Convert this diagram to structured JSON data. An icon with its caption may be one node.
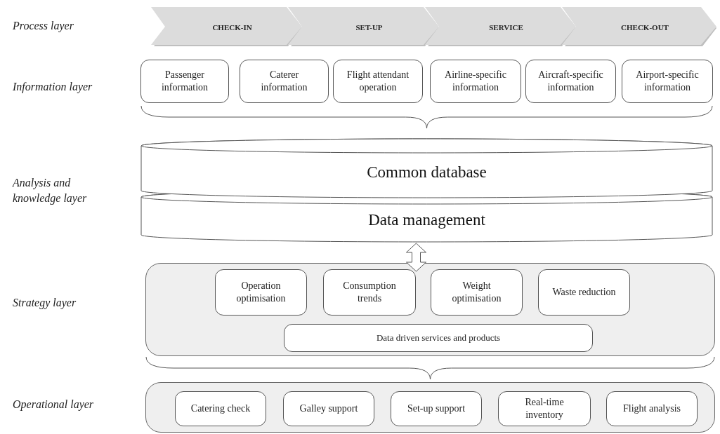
{
  "diagram": {
    "nodes": [
      {
        "text": [
          "CHECK-IN"
        ]
      },
      {
        "text": [
          "SET-UP"
        ]
      },
      {
        "text": [
          "SERVICE"
        ]
      },
      {
        "text": [
          "CHECK-OUT"
        ]
      },
      {
        "text": [
          "Passenger information"
        ]
      },
      {
        "text": [
          "Caterer information"
        ]
      },
      {
        "text": [
          "Flight attendant operation"
        ]
      },
      {
        "text": [
          "Airline-specific information"
        ]
      },
      {
        "text": [
          "Aircraft-specific information"
        ]
      },
      {
        "text": [
          "Airport-specific information"
        ]
      },
      {
        "text": [
          "Common database"
        ]
      },
      {
        "text": [
          "Data management"
        ]
      },
      {
        "text": [],
        "shape": "box"
      },
      {
        "text": [
          "Operation optimisation"
        ],
        "in": 12
      },
      {
        "text": [
          "Consumption trends"
        ],
        "in": 12
      },
      {
        "text": [
          "Weight optimisation"
        ],
        "in": 12
      },
      {
        "text": [
          "Waste reduction"
        ],
        "in": 12
      },
      {
        "text": [
          "Data driven services and products"
        ],
        "in": 12
      },
      {
        "text": [],
        "shape": "box"
      },
      {
        "text": [
          "Catering check"
        ],
        "in": 18
      },
      {
        "text": [
          "Galley support"
        ],
        "in": 18
      },
      {
        "text": [
          "Set-up support"
        ],
        "in": 18
      },
      {
        "text": [
          "Real-time inventory"
        ],
        "in": 18
      },
      {
        "text": [
          "Flight analysis"
        ],
        "in": 18
      }
    ],
    "edges": [
      {
        "from": 11,
        "to": 12,
        "arrow": "both"
      }
    ],
    "labels": [
      "Process layer",
      "Information layer",
      "Analysis and knowledge layer",
      "Strategy layer",
      "Operational layer"
    ]
  }
}
